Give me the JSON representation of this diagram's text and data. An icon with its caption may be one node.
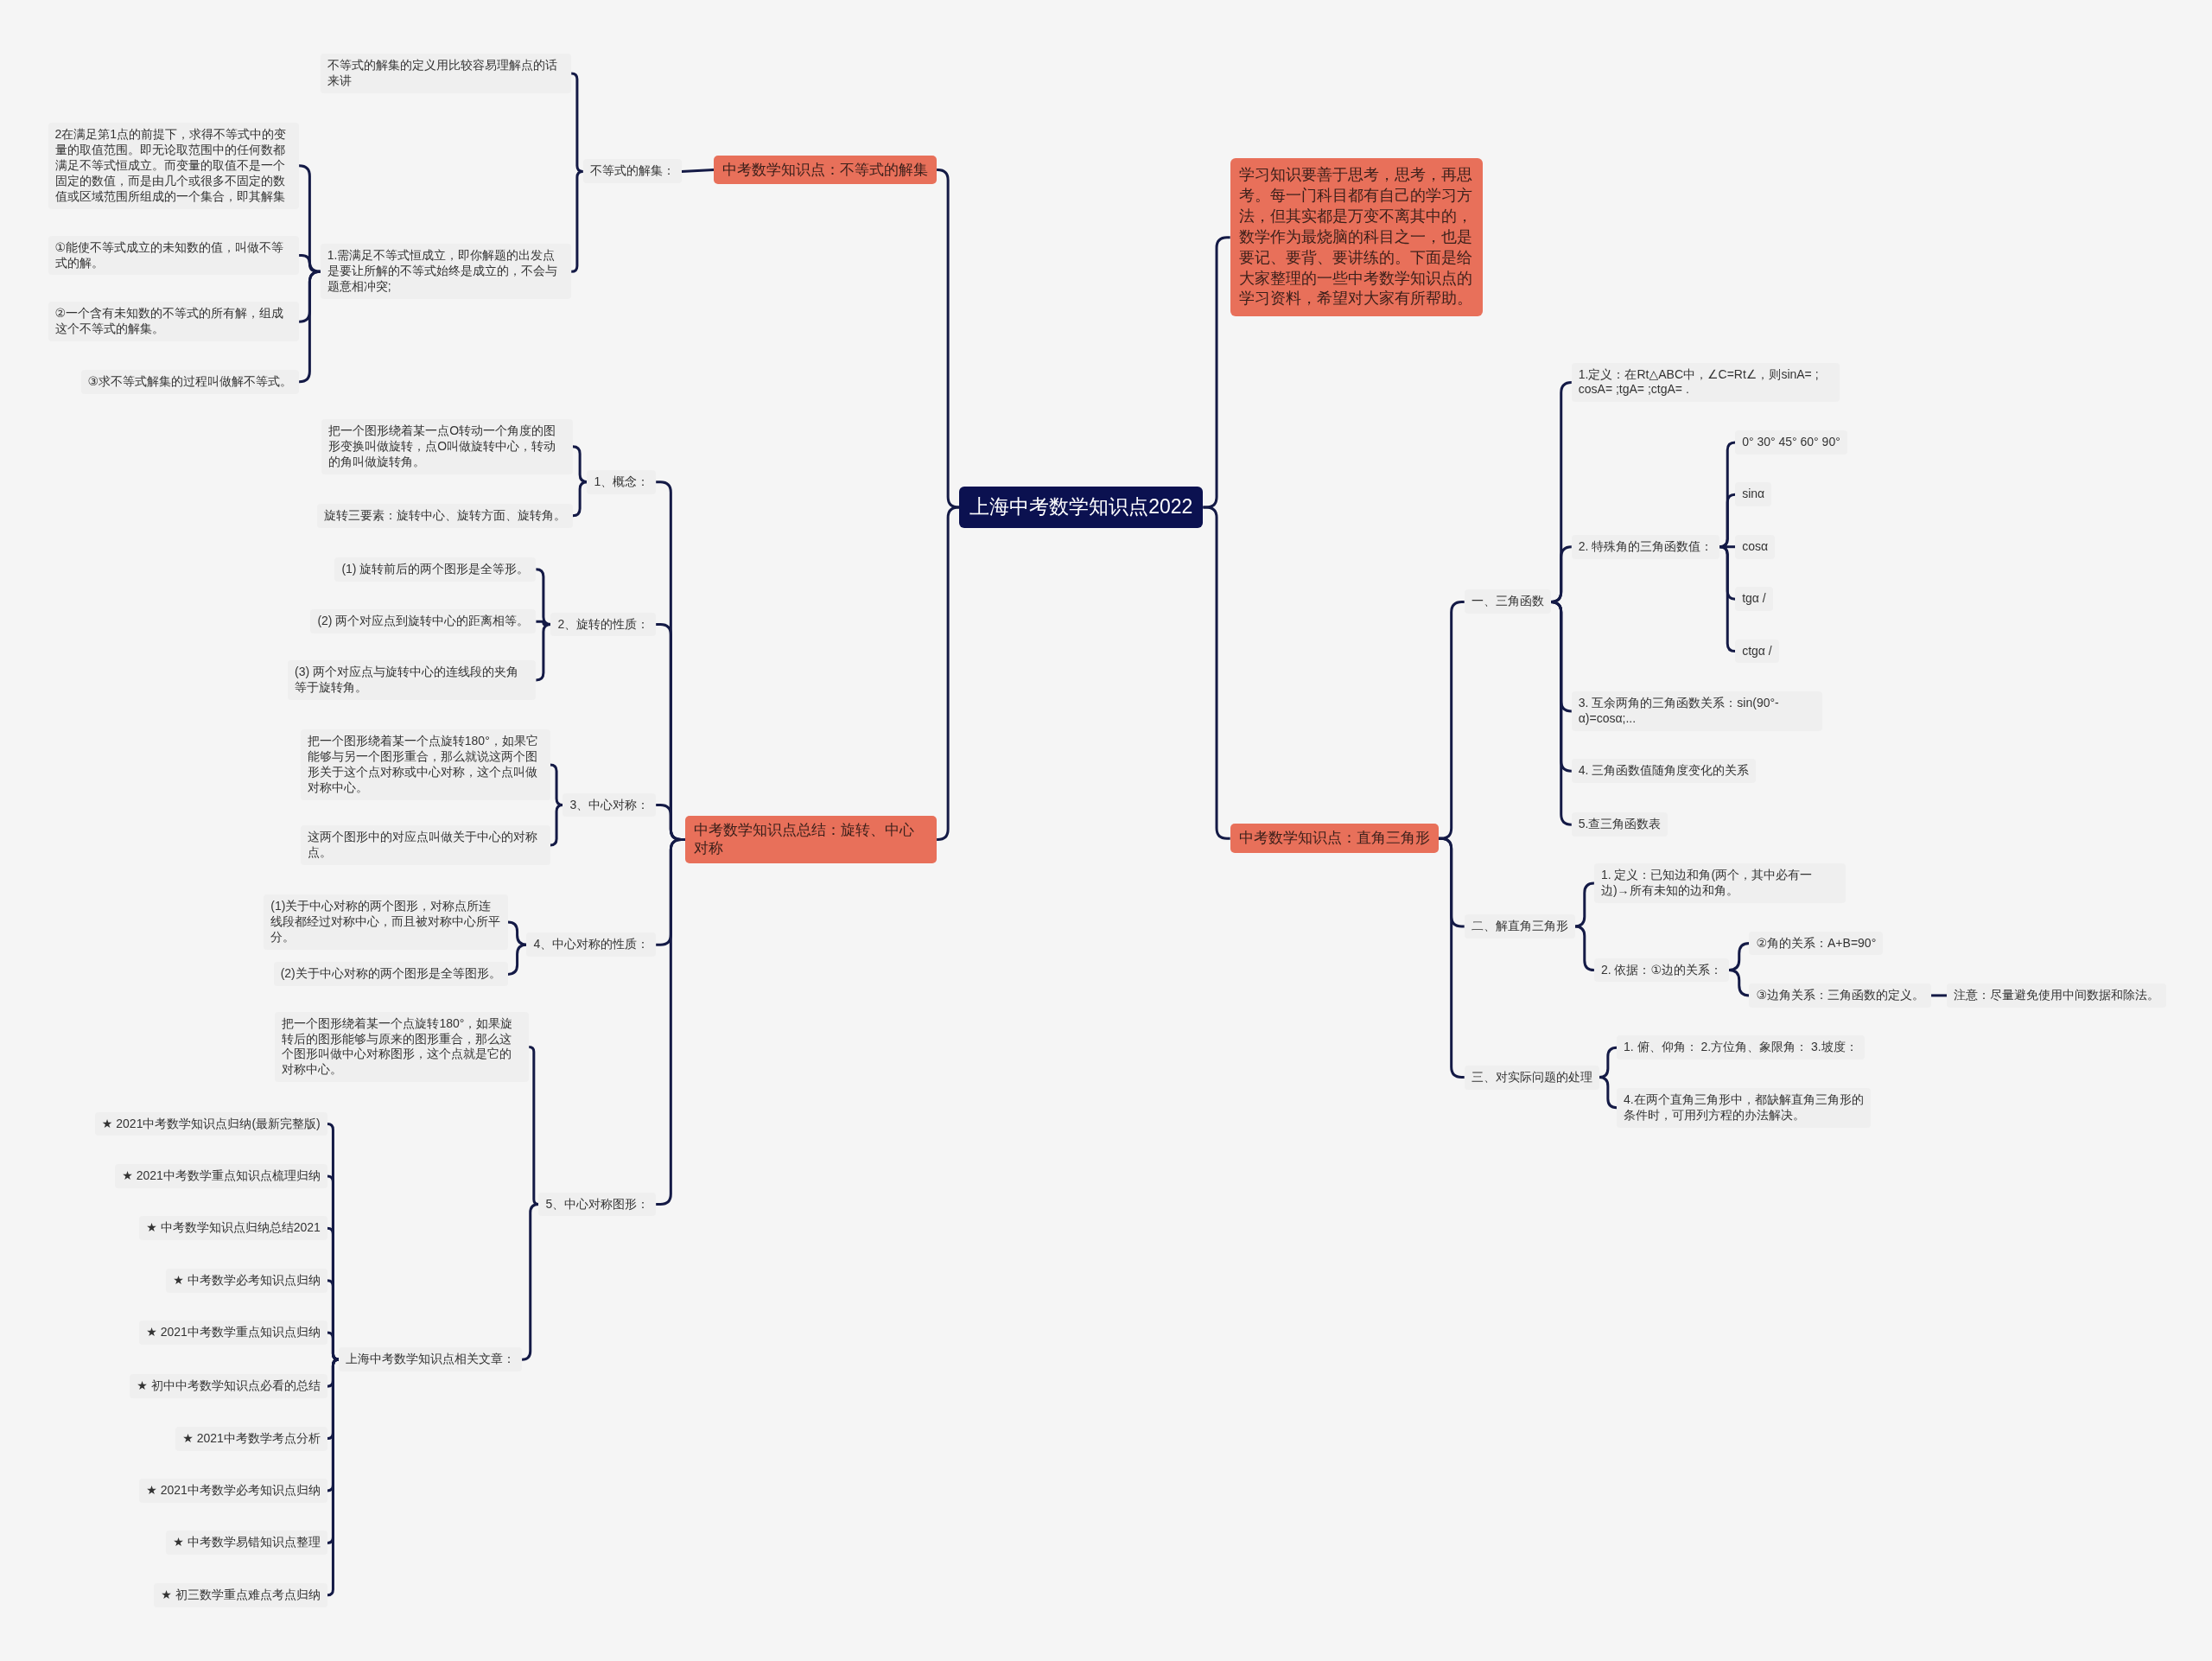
{
  "diagram": {
    "nodes": [
      {
        "text": [
          "上海中考数学知识点2022"
        ]
      },
      {
        "text": [
          "中考数学知识点：不等式的解集"
        ]
      },
      {
        "text": [
          "不等式的解集："
        ]
      },
      {
        "text": [
          "不等式的解集的定义用比较容易理解点的话来讲"
        ]
      },
      {
        "text": [
          "1.需满足不等式恒成立，即你解题的出发点是要让所解的不等式始终是成立的，不会与题意相冲突;"
        ]
      },
      {
        "text": [
          "2在满足第1点的前提下，求得不等式中的变量的取值范围。即无论取范围中的任何数都满足不等式恒成立。而变量的取值不是一个固定的数值，而是由几个或很多不固定的数值或区域范围所组成的一个集合，即其解集"
        ]
      },
      {
        "text": [
          "①能使不等式成立的未知数的值，叫做不等式的解。"
        ]
      },
      {
        "text": [
          "②一个含有未知数的不等式的所有解，组成这个不等式的解集。"
        ]
      },
      {
        "text": [
          "③求不等式解集的过程叫做解不等式。"
        ]
      },
      {
        "text": [
          "中考数学知识点总结：旋转、中心对称"
        ]
      },
      {
        "text": [
          "1、概念："
        ]
      },
      {
        "text": [
          "把一个图形绕着某一点O转动一个角度的图形变换叫做旋转，点O叫做旋转中心，转动的角叫做旋转角。"
        ]
      },
      {
        "text": [
          "旋转三要素：旋转中心、旋转方面、旋转角。"
        ]
      },
      {
        "text": [
          "2、旋转的性质："
        ]
      },
      {
        "text": [
          "(1) 旋转前后的两个图形是全等形。"
        ]
      },
      {
        "text": [
          "(2) 两个对应点到旋转中心的距离相等。"
        ]
      },
      {
        "text": [
          "(3) 两个对应点与旋转中心的连线段的夹角等于旋转角。"
        ]
      },
      {
        "text": [
          "3、中心对称："
        ]
      },
      {
        "text": [
          "把一个图形绕着某一个点旋转180°，如果它能够与另一个图形重合，那么就说这两个图形关于这个点对称或中心对称，这个点叫做对称中心。"
        ]
      },
      {
        "text": [
          "这两个图形中的对应点叫做关于中心的对称点。"
        ]
      },
      {
        "text": [
          "4、中心对称的性质："
        ]
      },
      {
        "text": [
          "(1)关于中心对称的两个图形，对称点所连线段都经过对称中心，而且被对称中心所平分。"
        ]
      },
      {
        "text": [
          "(2)关于中心对称的两个图形是全等图形。"
        ]
      },
      {
        "text": [
          "5、中心对称图形："
        ]
      },
      {
        "text": [
          "把一个图形绕着某一个点旋转180°，如果旋转后的图形能够与原来的图形重合，那么这个图形叫做中心对称图形，这个点就是它的对称中心。"
        ]
      },
      {
        "text": [
          "上海中考数学知识点相关文章："
        ]
      },
      {
        "text": [
          "★ 2021中考数学知识点归纳(最新完整版)"
        ]
      },
      {
        "text": [
          "★ 2021中考数学重点知识点梳理归纳"
        ]
      },
      {
        "text": [
          "★ 中考数学知识点归纳总结2021"
        ]
      },
      {
        "text": [
          "★ 中考数学必考知识点归纳"
        ]
      },
      {
        "text": [
          "★ 2021中考数学重点知识点归纳"
        ]
      },
      {
        "text": [
          "★ 初中中考数学知识点必看的总结"
        ]
      },
      {
        "text": [
          "★ 2021中考数学考点分析"
        ]
      },
      {
        "text": [
          "★ 2021中考数学必考知识点归纳"
        ]
      },
      {
        "text": [
          "★ 中考数学易错知识点整理"
        ]
      },
      {
        "text": [
          "★ 初三数学重点难点考点归纳"
        ]
      },
      {
        "text": [
          "学习知识要善于思考，思考，再思考。每一门科目都有自己的学习方法，但其实都是万变不离其中的，数学作为最烧脑的科目之一，也是要记、要背、要讲练的。下面是给大家整理的一些中考数学知识点的学习资料，希望对大家有所帮助。"
        ]
      },
      {
        "text": [
          "中考数学知识点：直角三角形"
        ]
      },
      {
        "text": [
          "一、三角函数"
        ]
      },
      {
        "text": [
          "1.定义：在Rt△ABC中，∠C=Rt∠，则sinA= ; cosA= ;tgA= ;ctgA= ."
        ]
      },
      {
        "text": [
          "2. 特殊角的三角函数值："
        ]
      },
      {
        "text": [
          "0° 30° 45° 60° 90°"
        ]
      },
      {
        "text": [
          "sinα"
        ]
      },
      {
        "text": [
          "cosα"
        ]
      },
      {
        "text": [
          "tgα /"
        ]
      },
      {
        "text": [
          "ctgα /"
        ]
      },
      {
        "text": [
          "3. 互余两角的三角函数关系：sin(90°-α)=cosα;..."
        ]
      },
      {
        "text": [
          "4. 三角函数值随角度变化的关系"
        ]
      },
      {
        "text": [
          "5.查三角函数表"
        ]
      },
      {
        "text": [
          "二、解直角三角形"
        ]
      },
      {
        "text": [
          "1. 定义：已知边和角(两个，其中必有一边)→所有未知的边和角。"
        ]
      },
      {
        "text": [
          "2. 依据：①边的关系："
        ]
      },
      {
        "text": [
          "②角的关系：A+B=90°"
        ]
      },
      {
        "text": [
          "③边角关系：三角函数的定义。"
        ]
      },
      {
        "text": [
          "注意：尽量避免使用中间数据和除法。"
        ]
      },
      {
        "text": [
          "三、对实际问题的处理"
        ]
      },
      {
        "text": [
          "1. 俯、仰角： 2.方位角、象限角： 3.坡度："
        ]
      },
      {
        "text": [
          "4.在两个直角三角形中，都缺解直角三角形的条件时，可用列方程的办法解决。"
        ]
      }
    ],
    "edges": [
      {
        "from": 0,
        "to": 1,
        "arrow": "none"
      },
      {
        "from": 0,
        "to": 9,
        "arrow": "none"
      },
      {
        "from": 0,
        "to": 36,
        "arrow": "none"
      },
      {
        "from": 0,
        "to": 37,
        "arrow": "none"
      },
      {
        "from": 1,
        "to": 2,
        "arrow": "none"
      },
      {
        "from": 2,
        "to": 3,
        "arrow": "none"
      },
      {
        "from": 2,
        "to": 4,
        "arrow": "none"
      },
      {
        "from": 4,
        "to": 5,
        "arrow": "none"
      },
      {
        "from": 4,
        "to": 6,
        "arrow": "none"
      },
      {
        "from": 4,
        "to": 7,
        "arrow": "none"
      },
      {
        "from": 4,
        "to": 8,
        "arrow": "none"
      },
      {
        "from": 9,
        "to": 10,
        "arrow": "none"
      },
      {
        "from": 9,
        "to": 13,
        "arrow": "none"
      },
      {
        "from": 9,
        "to": 17,
        "arrow": "none"
      },
      {
        "from": 9,
        "to": 20,
        "arrow": "none"
      },
      {
        "from": 9,
        "to": 23,
        "arrow": "none"
      },
      {
        "from": 10,
        "to": 11,
        "arrow": "none"
      },
      {
        "from": 10,
        "to": 12,
        "arrow": "none"
      },
      {
        "from": 13,
        "to": 14,
        "arrow": "none"
      },
      {
        "from": 13,
        "to": 15,
        "arrow": "none"
      },
      {
        "from": 13,
        "to": 16,
        "arrow": "none"
      },
      {
        "from": 17,
        "to": 18,
        "arrow": "none"
      },
      {
        "from": 17,
        "to": 19,
        "arrow": "none"
      },
      {
        "from": 20,
        "to": 21,
        "arrow": "none"
      },
      {
        "from": 20,
        "to": 22,
        "arrow": "none"
      },
      {
        "from": 23,
        "to": 24,
        "arrow": "none"
      },
      {
        "from": 23,
        "to": 25,
        "arrow": "none"
      },
      {
        "from": 25,
        "to": 26,
        "arrow": "none"
      },
      {
        "from": 25,
        "to": 27,
        "arrow": "none"
      },
      {
        "from": 25,
        "to": 28,
        "arrow": "none"
      },
      {
        "from": 25,
        "to": 29,
        "arrow": "none"
      },
      {
        "from": 25,
        "to": 30,
        "arrow": "none"
      },
      {
        "from": 25,
        "to": 31,
        "arrow": "none"
      },
      {
        "from": 25,
        "to": 32,
        "arrow": "none"
      },
      {
        "from": 25,
        "to": 33,
        "arrow": "none"
      },
      {
        "from": 25,
        "to": 34,
        "arrow": "none"
      },
      {
        "from": 25,
        "to": 35,
        "arrow": "none"
      },
      {
        "from": 37,
        "to": 38,
        "arrow": "none"
      },
      {
        "from": 37,
        "to": 49,
        "arrow": "none"
      },
      {
        "from": 37,
        "to": 55,
        "arrow": "none"
      },
      {
        "from": 38,
        "to": 39,
        "arrow": "none"
      },
      {
        "from": 38,
        "to": 40,
        "arrow": "none"
      },
      {
        "from": 38,
        "to": 46,
        "arrow": "none"
      },
      {
        "from": 38,
        "to": 47,
        "arrow": "none"
      },
      {
        "from": 38,
        "to": 48,
        "arrow": "none"
      },
      {
        "from": 40,
        "to": 41,
        "arrow": "none"
      },
      {
        "from": 40,
        "to": 42,
        "arrow": "none"
      },
      {
        "from": 40,
        "to": 43,
        "arrow": "none"
      },
      {
        "from": 40,
        "to": 44,
        "arrow": "none"
      },
      {
        "from": 40,
        "to": 45,
        "arrow": "none"
      },
      {
        "from": 49,
        "to": 50,
        "arrow": "none"
      },
      {
        "from": 49,
        "to": 51,
        "arrow": "none"
      },
      {
        "from": 51,
        "to": 52,
        "arrow": "none"
      },
      {
        "from": 51,
        "to": 53,
        "arrow": "none"
      },
      {
        "from": 53,
        "to": 54,
        "arrow": "none"
      },
      {
        "from": 55,
        "to": 56,
        "arrow": "none"
      },
      {
        "from": 55,
        "to": 57,
        "arrow": "none"
      }
    ]
  }
}
